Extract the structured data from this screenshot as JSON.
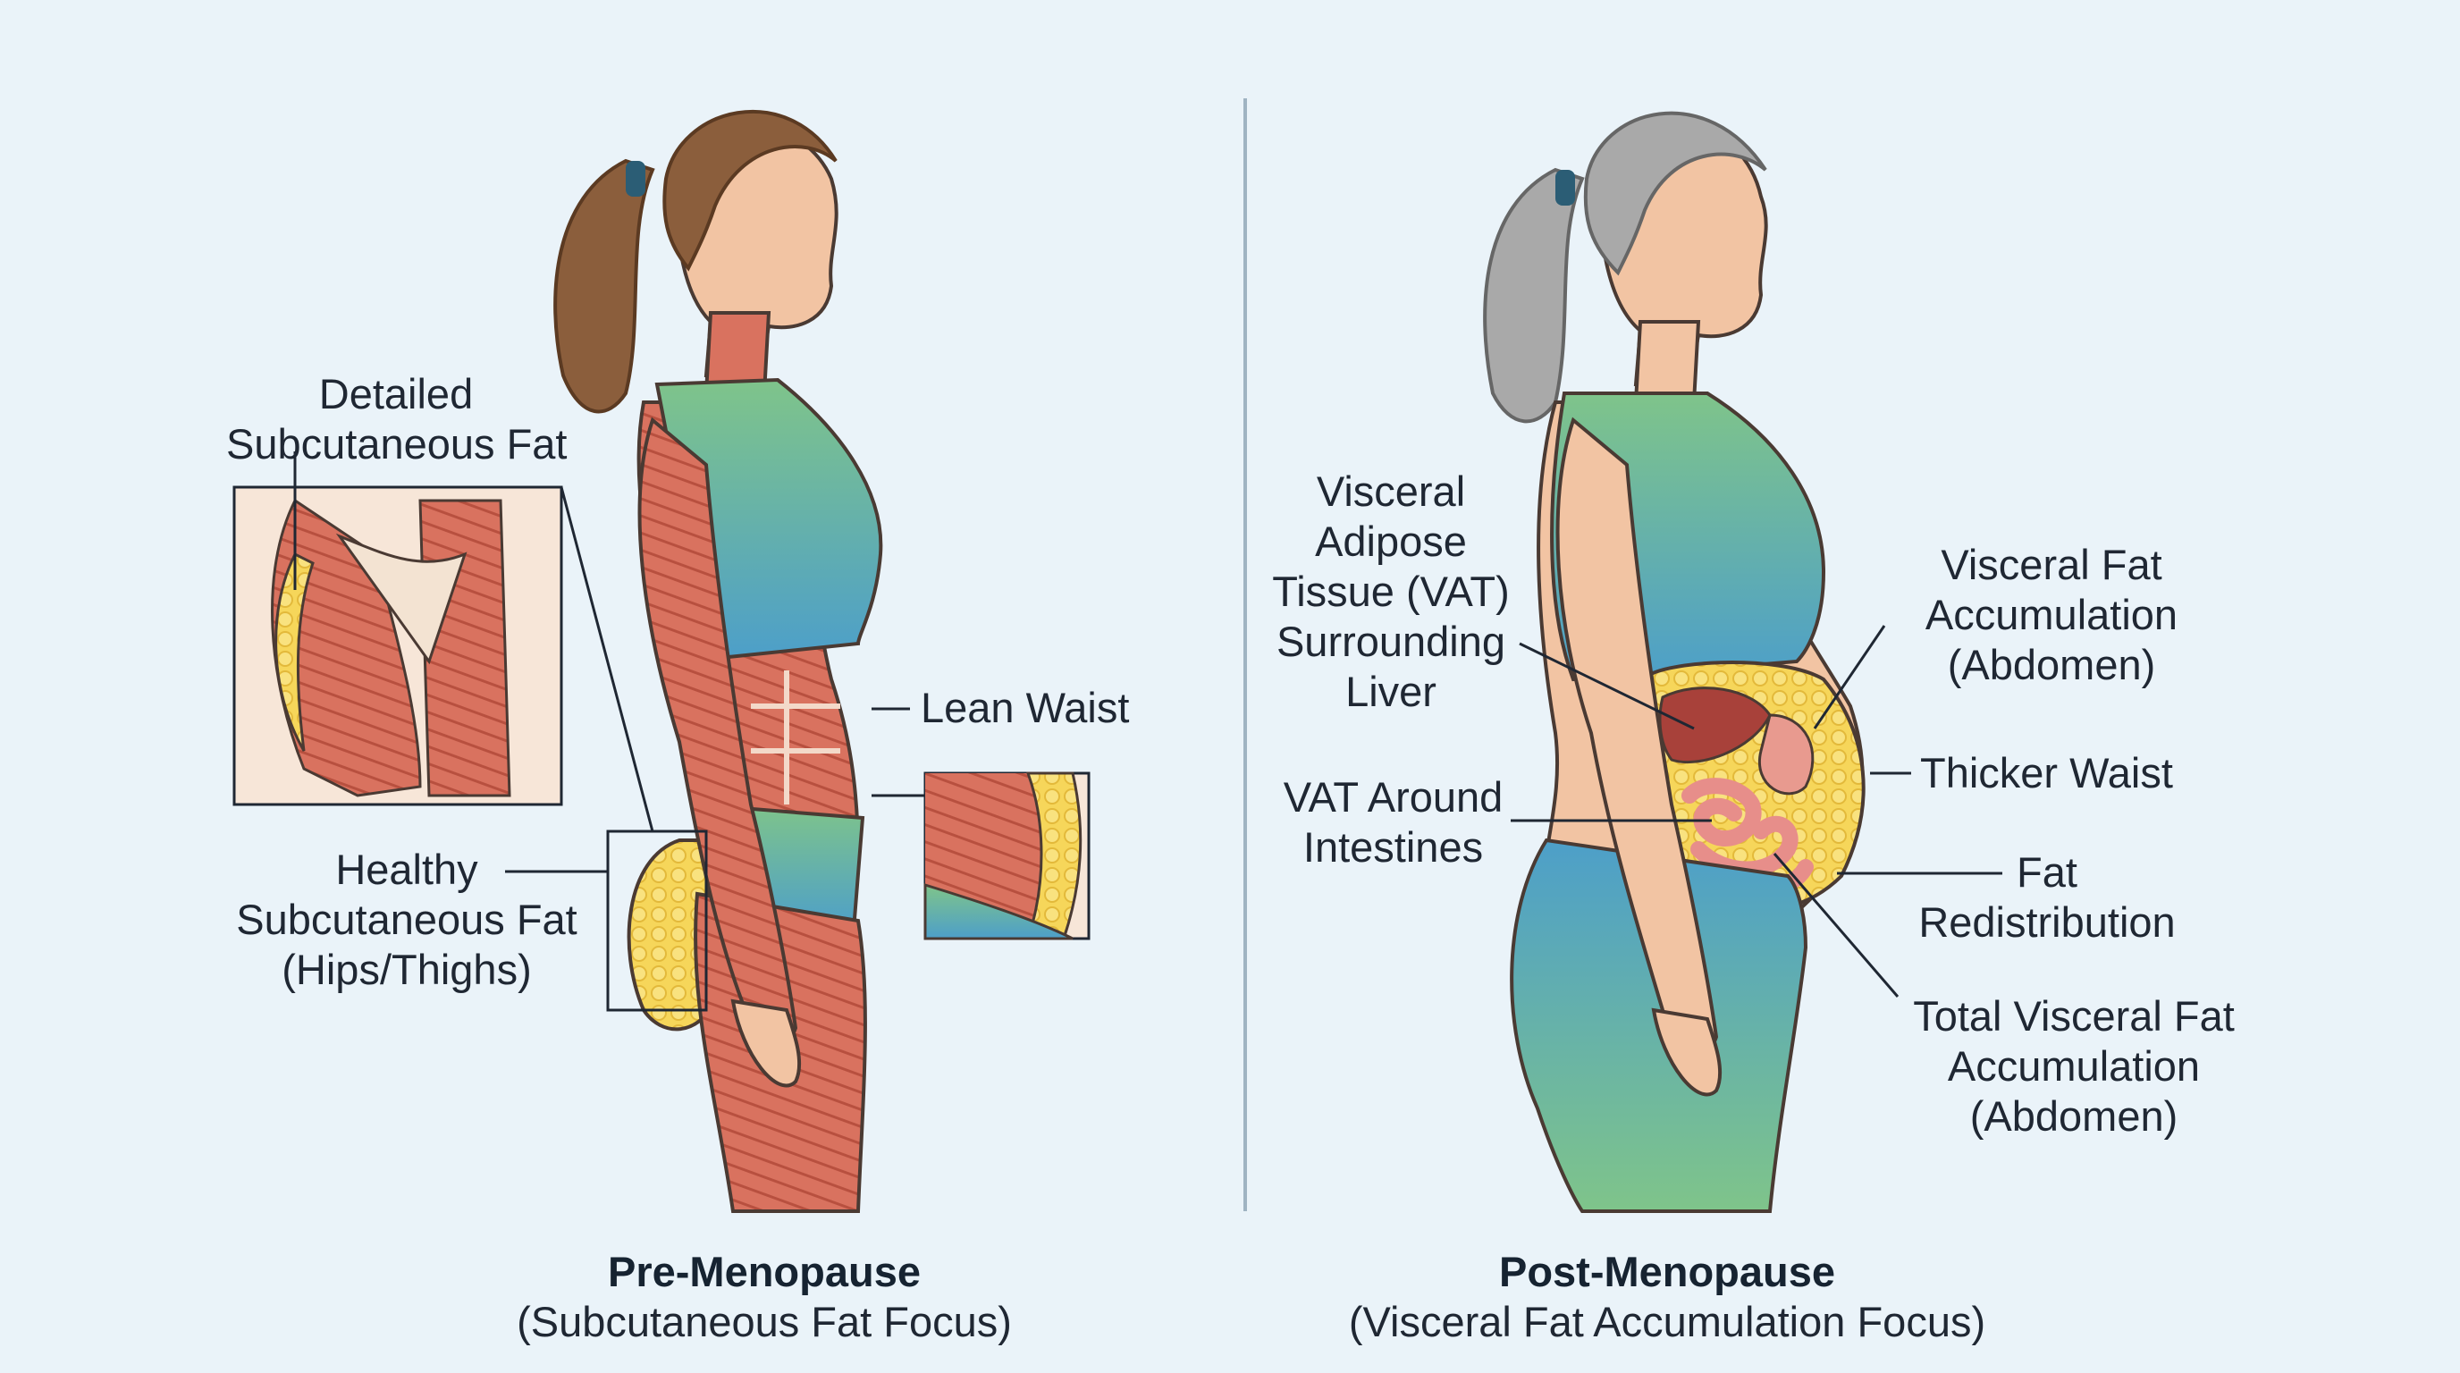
{
  "panels": {
    "pre": {
      "caption_title": "Pre-Menopause",
      "caption_subtitle": "(Subcutaneous Fat Focus)",
      "labels": {
        "detailed_subcutaneous": [
          "Detailed",
          "Subcutaneous Fat"
        ],
        "lean_waist": "Lean Waist",
        "healthy_subcutaneous": [
          "Healthy",
          "Subcutaneous Fat",
          "(Hips/Thighs)"
        ]
      }
    },
    "post": {
      "caption_title": "Post-Menopause",
      "caption_subtitle": "(Visceral Fat Accumulation Focus)",
      "labels": {
        "vat_liver": [
          "Visceral",
          "Adipose",
          "Tissue (VAT)",
          "Surrounding",
          "Liver"
        ],
        "vat_intestines": [
          "VAT Around",
          "Intestines"
        ],
        "visceral_accumulation": [
          "Visceral Fat",
          "Accumulation",
          "(Abdomen)"
        ],
        "thicker_waist": "Thicker Waist",
        "fat_redistribution": [
          "Fat",
          "Redistribution"
        ],
        "total_visceral": [
          "Total Visceral Fat",
          "Accumulation",
          "(Abdomen)"
        ]
      }
    }
  },
  "colors": {
    "background": "#eaf3f9",
    "muscle": "#d9725f",
    "muscle_dark": "#b8503f",
    "fat_yellow": "#f6d65a",
    "skin": "#f2c4a3",
    "top_blue": "#4d9fc9",
    "top_green": "#7fc48a",
    "hair_brown": "#8b5e3c",
    "hair_gray": "#a9a9a9",
    "divider": "#9fb3c2"
  }
}
